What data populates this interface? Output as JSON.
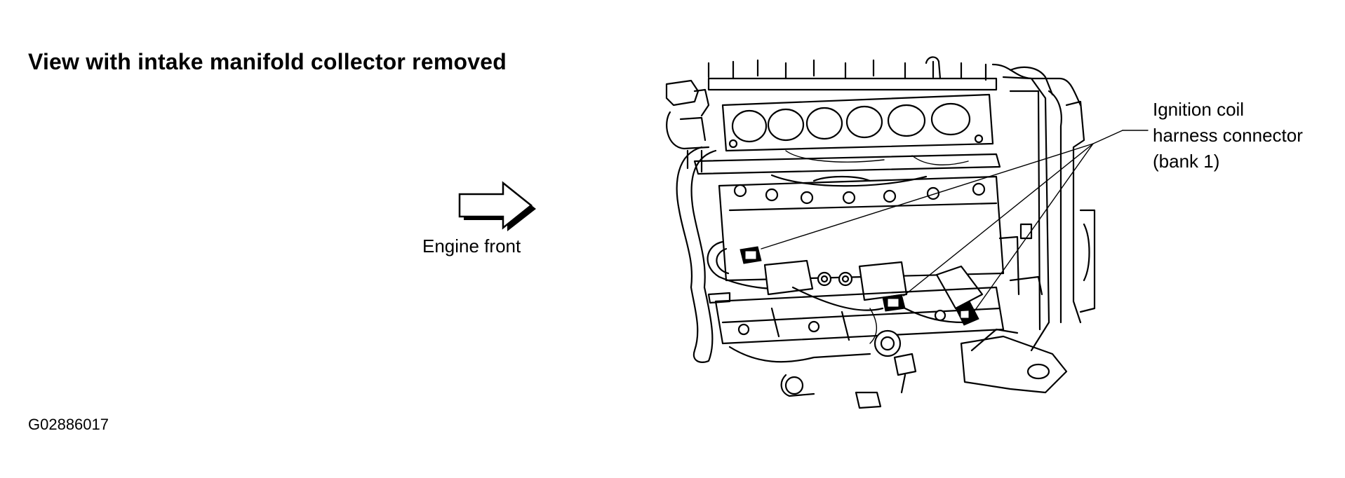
{
  "title": "View with intake manifold collector removed",
  "engine_front_label": "Engine front",
  "callout": {
    "line1": "Ignition coil",
    "line2": "harness connector",
    "line3": "(bank 1)"
  },
  "figure_code": "G02886017",
  "icons": {
    "front_arrow": "right-arrow-icon"
  }
}
